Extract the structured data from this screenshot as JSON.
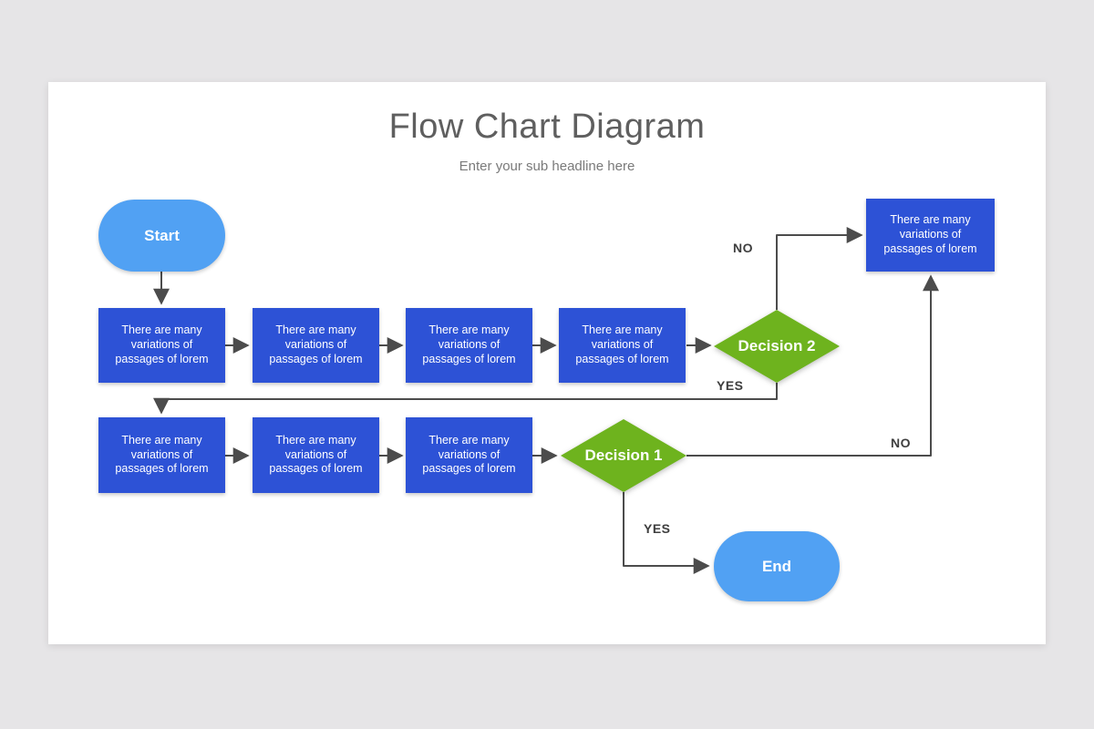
{
  "slide": {
    "title": "Flow Chart Diagram",
    "subtitle": "Enter your sub headline here"
  },
  "colors": {
    "page_background": "#e6e5e7",
    "slide_background": "#ffffff",
    "process_fill": "#2d52d6",
    "terminator_fill": "#51a1f3",
    "decision_fill": "#6eb31e",
    "connector": "#4c4c4c",
    "title_text": "#5f5f5f",
    "subtitle_text": "#7a7a7a",
    "edge_label_text": "#3e3e3e",
    "node_text": "#ffffff"
  },
  "nodes": [
    {
      "id": "start",
      "type": "terminator",
      "label": "Start"
    },
    {
      "id": "process-1",
      "type": "process",
      "label": "There are many variations of passages of lorem"
    },
    {
      "id": "process-2",
      "type": "process",
      "label": "There are many variations of passages of lorem"
    },
    {
      "id": "process-3",
      "type": "process",
      "label": "There are many variations of passages of lorem"
    },
    {
      "id": "process-4",
      "type": "process",
      "label": "There are many variations of passages of lorem"
    },
    {
      "id": "decision-2",
      "type": "decision",
      "label": "Decision 2"
    },
    {
      "id": "process-top-right",
      "type": "process",
      "label": "There are many variations of passages of lorem"
    },
    {
      "id": "process-5",
      "type": "process",
      "label": "There are many variations of passages of lorem"
    },
    {
      "id": "process-6",
      "type": "process",
      "label": "There are many variations of passages of lorem"
    },
    {
      "id": "process-7",
      "type": "process",
      "label": "There are many variations of passages of lorem"
    },
    {
      "id": "decision-1",
      "type": "decision",
      "label": "Decision 1"
    },
    {
      "id": "end",
      "type": "terminator",
      "label": "End"
    }
  ],
  "edge_labels": [
    {
      "id": "decision-2-no",
      "text": "NO"
    },
    {
      "id": "decision-2-yes",
      "text": "YES"
    },
    {
      "id": "decision-1-no",
      "text": "NO"
    },
    {
      "id": "decision-1-yes",
      "text": "YES"
    }
  ]
}
